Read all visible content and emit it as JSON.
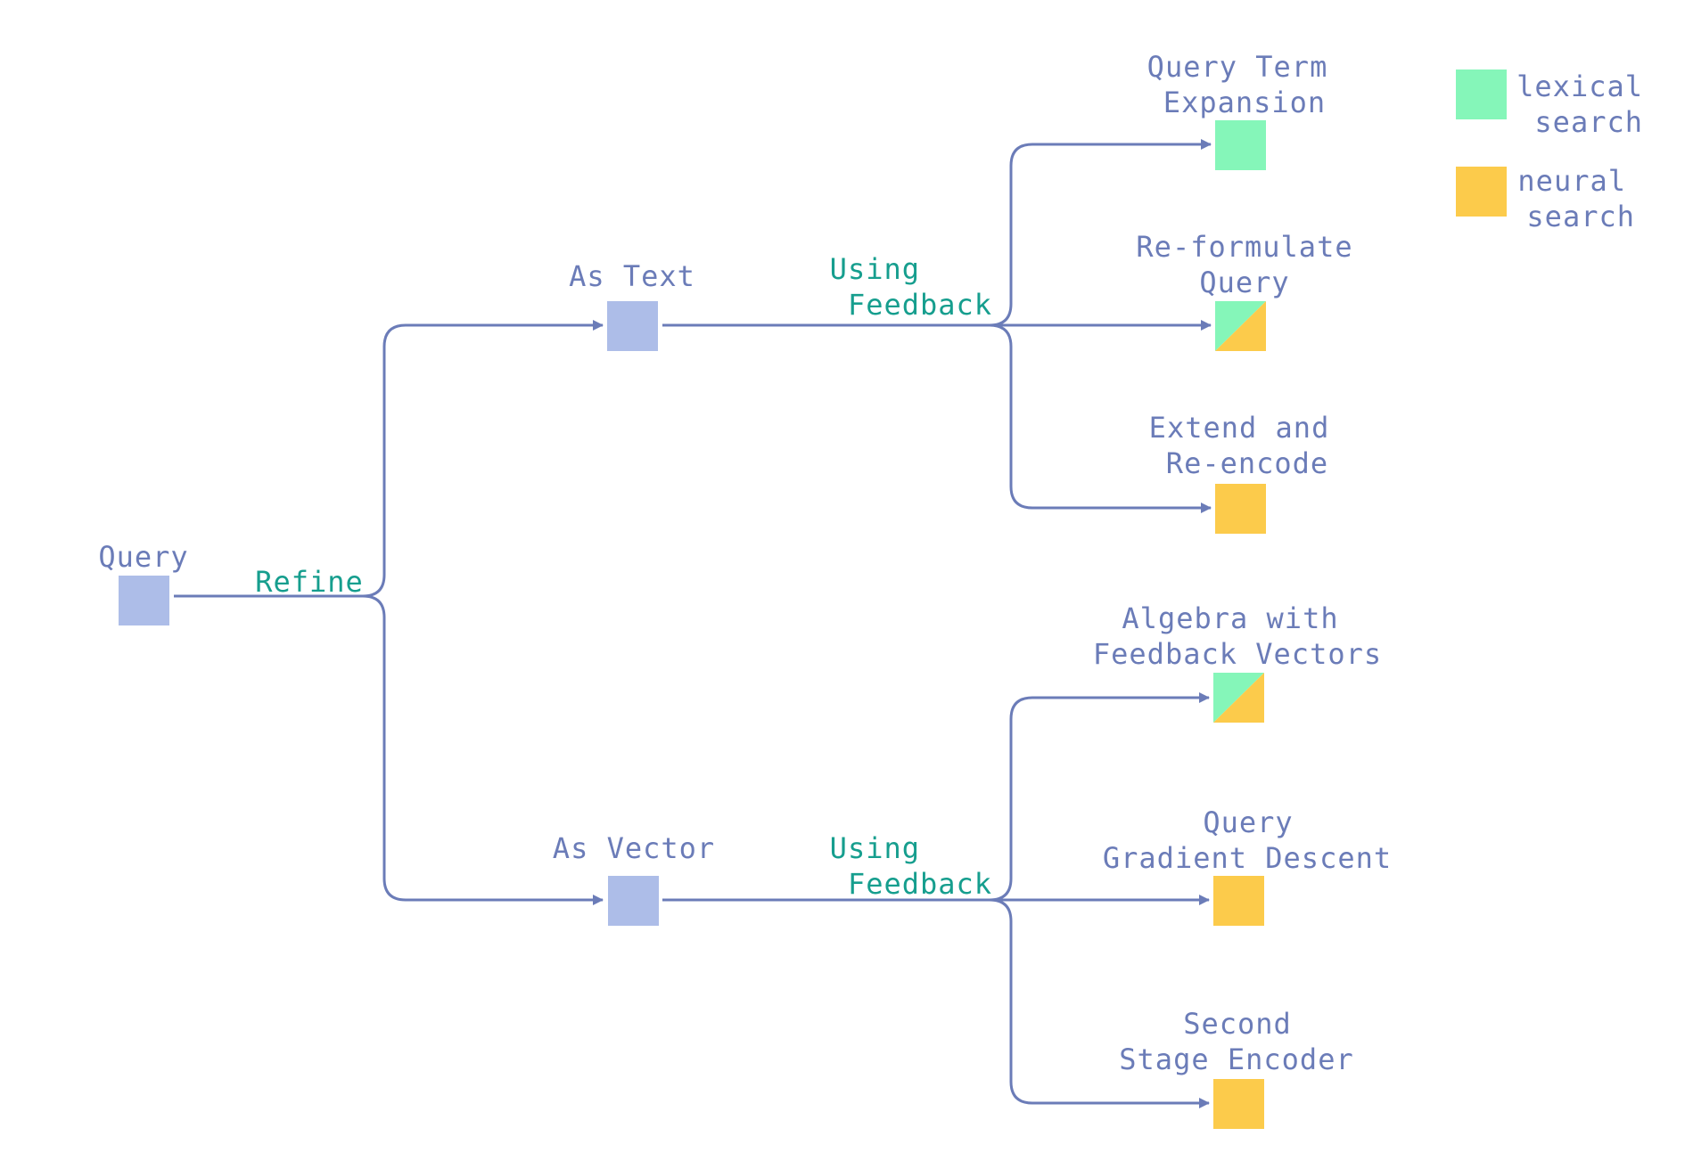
{
  "colors": {
    "line": "#6b7cb8",
    "node_text": "#6b7cb8",
    "edge_text": "#169e8e",
    "neutral": "#adbde8",
    "lexical": "#85f6b9",
    "neural": "#fccb4b"
  },
  "legend": {
    "lexical": [
      "lexical",
      "search"
    ],
    "neural": [
      "neural",
      "search"
    ]
  },
  "nodes": {
    "query": [
      "Query"
    ],
    "as_text": [
      "As Text"
    ],
    "as_vector": [
      "As Vector"
    ],
    "query_term_expansion": [
      "Query Term",
      "Expansion"
    ],
    "reformulate_query": [
      "Re-formulate",
      "Query"
    ],
    "extend_reencode": [
      "Extend and",
      "Re-encode"
    ],
    "algebra_feedback": [
      "Algebra with",
      "Feedback Vectors"
    ],
    "query_gradient_descent": [
      "Query",
      "Gradient Descent"
    ],
    "second_stage_encoder": [
      "Second",
      "Stage Encoder"
    ]
  },
  "edges": {
    "refine": [
      "Refine"
    ],
    "text_feedback": [
      "Using",
      "Feedback"
    ],
    "vector_feedback": [
      "Using",
      "Feedback"
    ]
  },
  "node_kinds": {
    "query": "neutral",
    "as_text": "neutral",
    "as_vector": "neutral",
    "query_term_expansion": "lexical",
    "reformulate_query": "both",
    "extend_reencode": "neural",
    "algebra_feedback": "both",
    "query_gradient_descent": "neural",
    "second_stage_encoder": "neural"
  }
}
